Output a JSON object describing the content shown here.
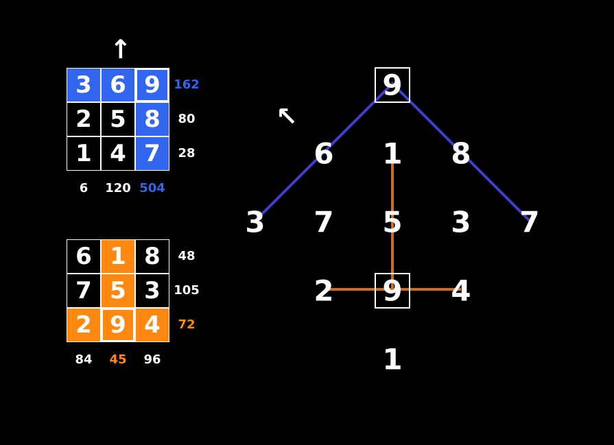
{
  "colors": {
    "blue": "#3366ee",
    "orange": "#ff8811",
    "white": "#ffffff",
    "blue_line": "#3f3fcc",
    "orange_line": "#cc6e2a"
  },
  "top_grid": {
    "arrow": "↑",
    "rows": [
      [
        "3",
        "6",
        "9"
      ],
      [
        "2",
        "5",
        "8"
      ],
      [
        "1",
        "4",
        "7"
      ]
    ],
    "highlight": [
      [
        true,
        true,
        true
      ],
      [
        false,
        false,
        true
      ],
      [
        false,
        false,
        true
      ]
    ],
    "boxed": [
      [
        0,
        2
      ]
    ],
    "row_products": [
      "162",
      "80",
      "28"
    ],
    "row_product_colors": [
      "#3366ee",
      "#ffffff",
      "#ffffff"
    ],
    "col_products": [
      "6",
      "120",
      "504"
    ],
    "col_product_colors": [
      "#ffffff",
      "#ffffff",
      "#3366ee"
    ]
  },
  "bottom_grid": {
    "rows": [
      [
        "6",
        "1",
        "8"
      ],
      [
        "7",
        "5",
        "3"
      ],
      [
        "2",
        "9",
        "4"
      ]
    ],
    "highlight": [
      [
        false,
        true,
        false
      ],
      [
        false,
        true,
        false
      ],
      [
        true,
        true,
        true
      ]
    ],
    "boxed": [
      [
        2,
        1
      ]
    ],
    "row_products": [
      "48",
      "105",
      "72"
    ],
    "row_product_colors": [
      "#ffffff",
      "#ffffff",
      "#ff8811"
    ],
    "col_products": [
      "84",
      "45",
      "96"
    ],
    "col_product_colors": [
      "#ffffff",
      "#ff8811",
      "#ffffff"
    ]
  },
  "diagonal_arrow": "↖",
  "diamond": {
    "row1": [
      "9"
    ],
    "row2": [
      "6",
      "1",
      "8"
    ],
    "row3": [
      "3",
      "7",
      "5",
      "3",
      "7"
    ],
    "row4": [
      "2",
      "9",
      "4"
    ],
    "row5": [
      "1"
    ]
  }
}
